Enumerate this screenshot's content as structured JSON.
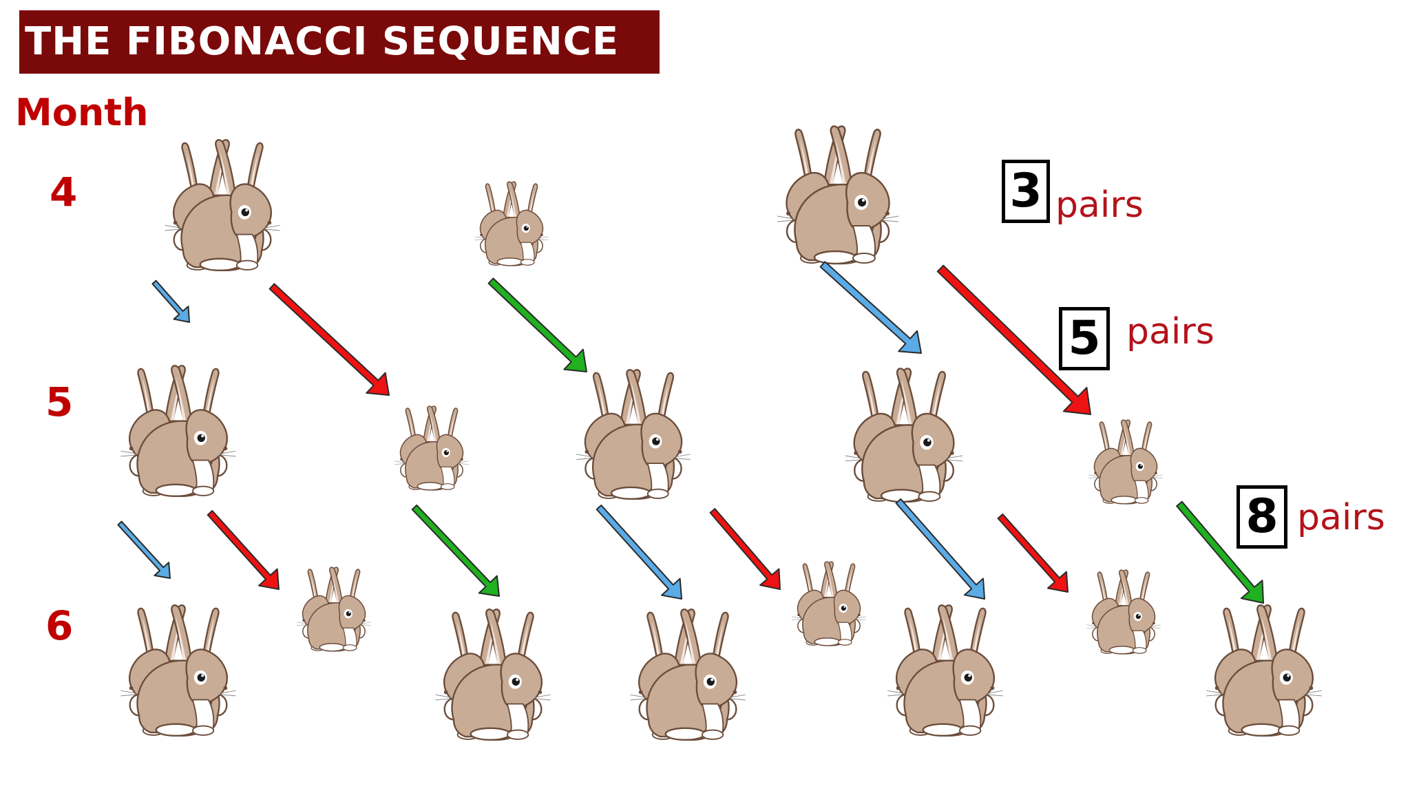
{
  "title": "THE FIBONACCI SEQUENCE",
  "month_label": "Month",
  "rows": [
    {
      "month": "4"
    },
    {
      "month": "5"
    },
    {
      "month": "6"
    }
  ],
  "counts": [
    {
      "number": "3",
      "label": "pairs"
    },
    {
      "number": "5",
      "label": "pairs"
    },
    {
      "number": "8",
      "label": "pairs"
    }
  ],
  "colors": {
    "title_bg": "#7a0909",
    "title_text": "#ffffff",
    "accent_red": "#c00000",
    "arrow_blue": "#5aabe6",
    "arrow_red": "#ef1212",
    "arrow_green": "#20b020",
    "rabbit_fur": "#c9ac96",
    "rabbit_belly": "#ffffff",
    "outline": "#6b4d3b"
  },
  "icons": {
    "rabbit": "rabbit-icon",
    "arrow": "arrow-icon"
  }
}
